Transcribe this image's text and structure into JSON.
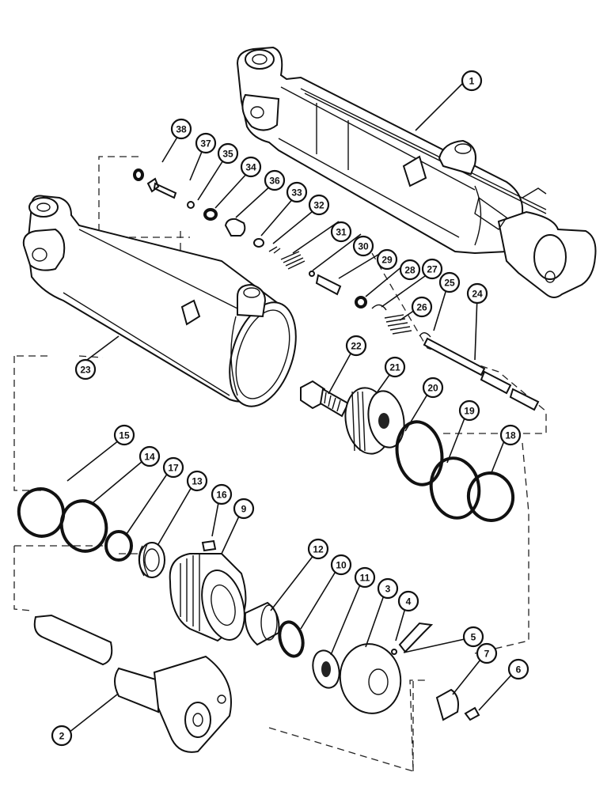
{
  "callouts": [
    {
      "label": "1"
    },
    {
      "label": "38"
    },
    {
      "label": "37"
    },
    {
      "label": "35"
    },
    {
      "label": "34"
    },
    {
      "label": "36"
    },
    {
      "label": "33"
    },
    {
      "label": "32"
    },
    {
      "label": "31"
    },
    {
      "label": "30"
    },
    {
      "label": "29"
    },
    {
      "label": "28"
    },
    {
      "label": "27"
    },
    {
      "label": "25"
    },
    {
      "label": "24"
    },
    {
      "label": "26"
    },
    {
      "label": "23"
    },
    {
      "label": "22"
    },
    {
      "label": "21"
    },
    {
      "label": "20"
    },
    {
      "label": "19"
    },
    {
      "label": "18"
    },
    {
      "label": "15"
    },
    {
      "label": "14"
    },
    {
      "label": "17"
    },
    {
      "label": "13"
    },
    {
      "label": "16"
    },
    {
      "label": "9"
    },
    {
      "label": "12"
    },
    {
      "label": "10"
    },
    {
      "label": "11"
    },
    {
      "label": "3"
    },
    {
      "label": "4"
    },
    {
      "label": "5"
    },
    {
      "label": "7"
    },
    {
      "label": "6"
    },
    {
      "label": "2"
    }
  ]
}
